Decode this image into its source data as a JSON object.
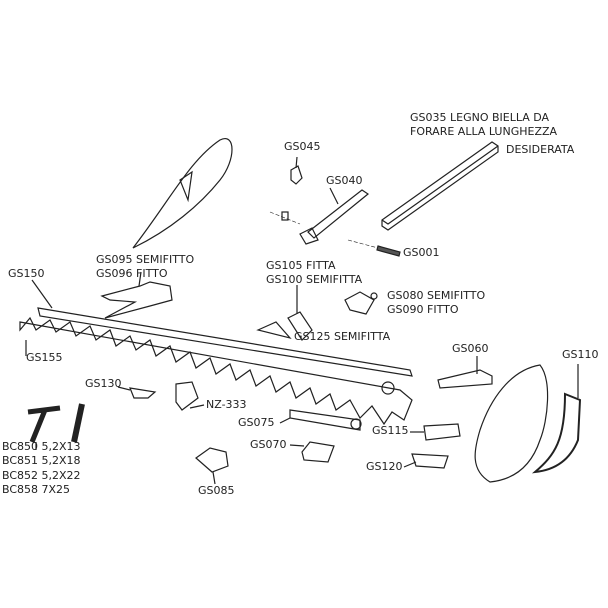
{
  "diagram": {
    "labels": {
      "gs035_line1": "GS035 LEGNO BIELLA DA",
      "gs035_line2": "FORARE ALLA LUNGHEZZA",
      "gs035_line3": "DESIDERATA",
      "gs045": "GS045",
      "gs040": "GS040",
      "gs001": "GS001",
      "gs095": "GS095 SEMIFITTO",
      "gs096": "GS096 FITTO",
      "gs150": "GS150",
      "gs105": "GS105 FITTA",
      "gs100": "GS100 SEMIFITTA",
      "gs080": "GS080 SEMIFITTO",
      "gs090": "GS090 FITTO",
      "gs125": "GS125 SEMIFITTA",
      "gs155": "GS155",
      "gs060": "GS060",
      "gs110": "GS110",
      "gs130": "GS130",
      "nz333": "NZ-333",
      "gs075": "GS075",
      "gs115": "GS115",
      "gs070": "GS070",
      "gs120": "GS120",
      "gs085": "GS085",
      "bc850": "BC850 5,2X13",
      "bc851": "BC851 5,2X18",
      "bc852": "BC852 5,2X22",
      "bc858": "BC858 7X25"
    },
    "line_color": "#222222"
  }
}
